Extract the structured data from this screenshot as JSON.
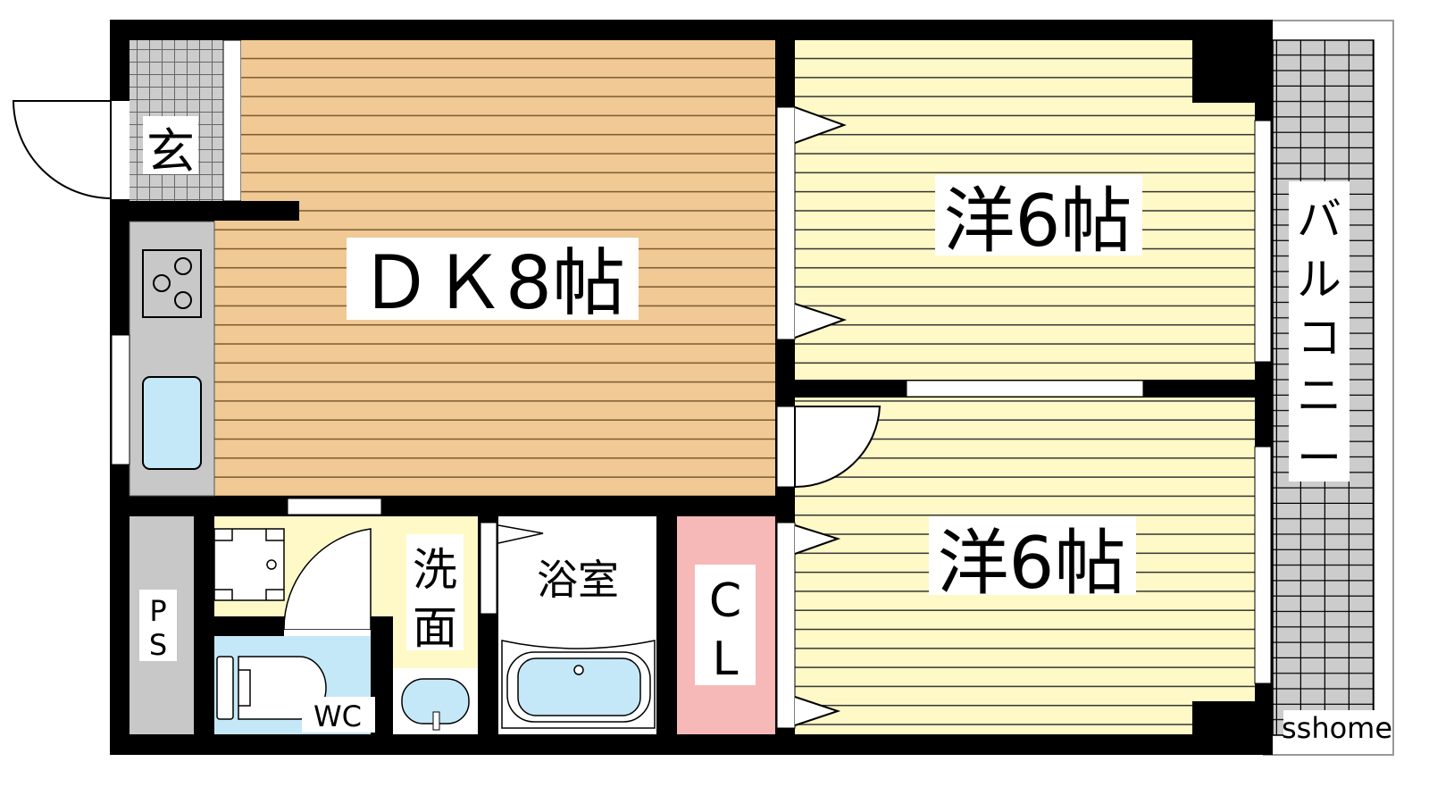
{
  "plan": {
    "rooms": {
      "entrance": "玄",
      "dk": "ＤＫ8帖",
      "western1": "洋6帖",
      "western2": "洋6帖",
      "balcony": [
        "バ",
        "ル",
        "コ",
        "ニ",
        "ー"
      ],
      "ps": [
        "P",
        "S"
      ],
      "washroom": [
        "洗",
        "面"
      ],
      "bath": "浴室",
      "closet": [
        "C",
        "L"
      ],
      "wc": "WC"
    },
    "watermark": "sshome"
  },
  "colors": {
    "dk_floor": "#F0C994",
    "western_floor": "#FFF9C8",
    "wet_area": "#C5E8F8",
    "closet": "#F7B8B8",
    "tile": "#CCCCCC",
    "wall": "#000000"
  }
}
